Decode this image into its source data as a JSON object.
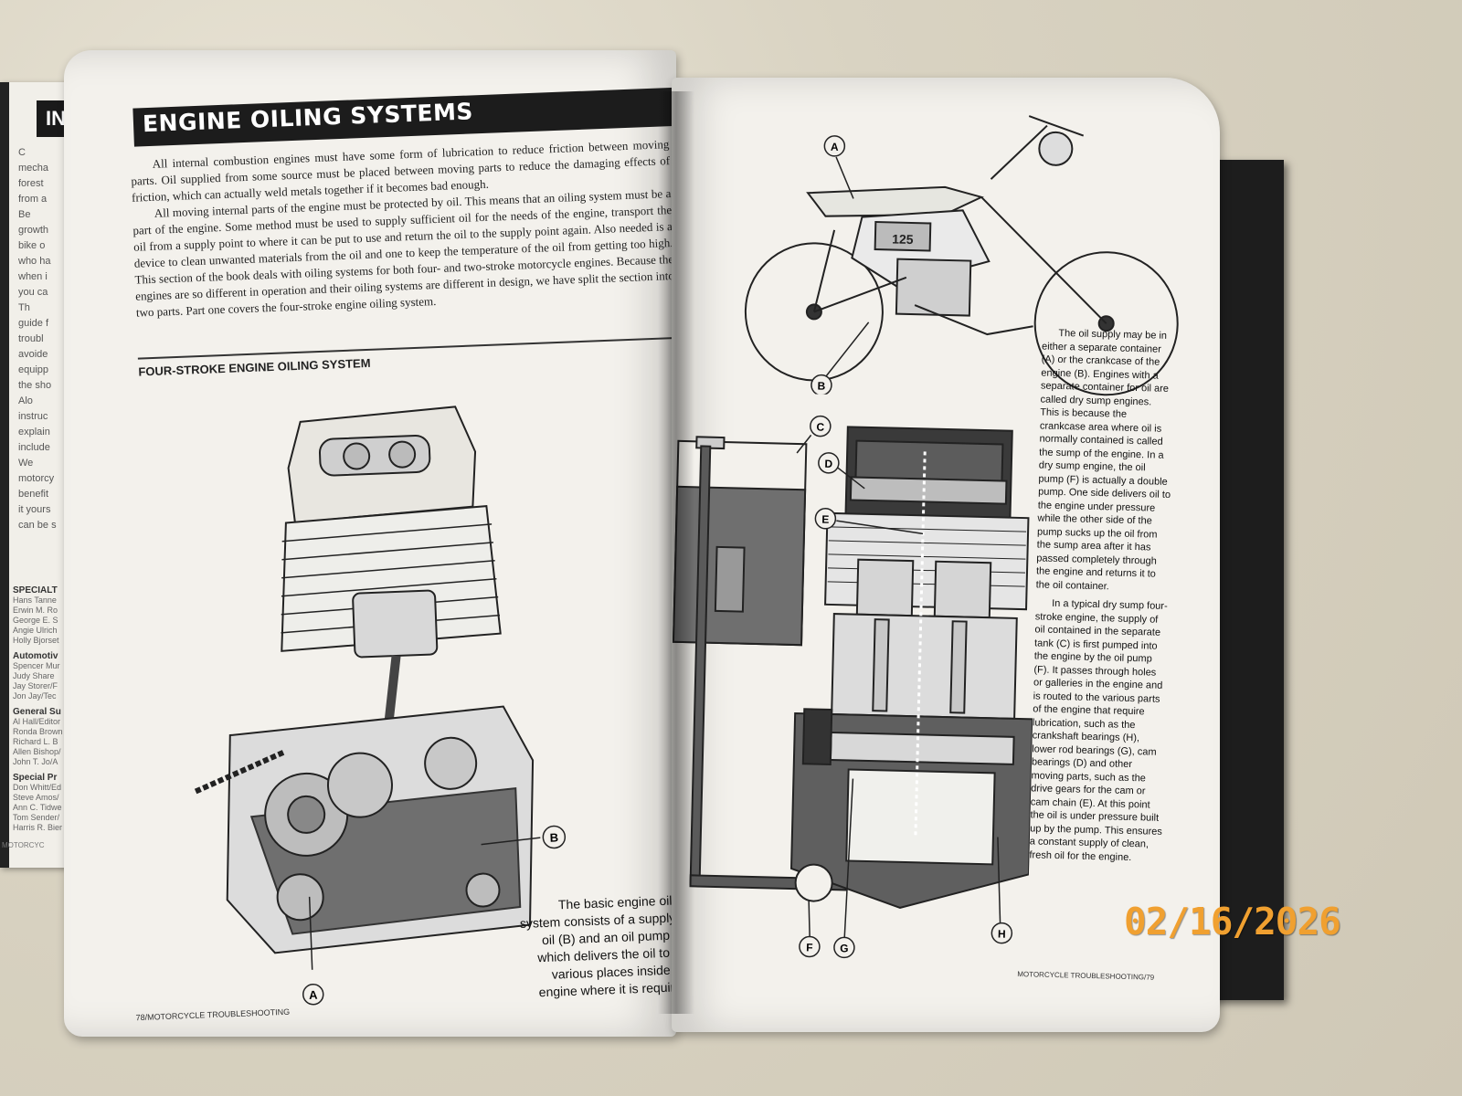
{
  "left_page": {
    "title": "ENGINE OILING SYSTEMS",
    "paragraphs": [
      "All internal combustion engines must have some form of lubrication to reduce friction between moving parts. Oil supplied from some source must be placed between moving parts to reduce the damaging effects of friction, which can actually weld metals together if it becomes bad enough.",
      "All moving internal parts of the engine must be protected by oil. This means that an oiling system must be a part of the engine. Some method must be used to supply sufficient oil for the needs of the engine, transport the oil from a supply point to where it can be put to use and return the oil to the supply point again. Also needed is a device to clean unwanted materials from the oil and one to keep the temperature of the oil from getting too high. This section of the book deals with oiling systems for both four- and two-stroke motorcycle engines. Because the engines are so different in operation and their oiling systems are different in design, we have split the section into two parts. Part one covers the four-stroke engine oiling system."
    ],
    "subheading": "FOUR-STROKE ENGINE OILING SYSTEM",
    "caption": "The basic engine oiling system consists of a supply of oil (B) and an oil pump (A) which delivers the oil to the various places inside the engine where it is required.",
    "footer": "78/MOTORCYCLE TROUBLESHOOTING",
    "labels": {
      "a": "A",
      "b": "B"
    }
  },
  "right_page": {
    "caption_paragraphs": [
      "The oil supply may be in either a separate container (A) or the crankcase of the engine (B). Engines with a separate container for oil are called dry sump engines. This is because the crankcase area where oil is normally contained is called the sump of the engine. In a dry sump engine, the oil pump (F) is actually a double pump. One side delivers oil to the engine under pressure while the other side of the pump sucks up the oil from the sump area after it has passed completely through the engine and returns it to the oil container.",
      "In a typical dry sump four-stroke engine, the supply of oil contained in the separate tank (C) is first pumped into the engine by the oil pump (F). It passes through holes or galleries in the engine and is routed to the various parts of the engine that require lubrication, such as the crankshaft bearings (H), lower rod bearings (G), cam bearings (D) and other moving parts, such as the drive gears for the cam or cam chain (E). At this point the oil is under pressure built up by the pump. This ensures a constant supply of clean, fresh oil for the engine."
    ],
    "footer": "MOTORCYCLE TROUBLESHOOTING/79",
    "bike_badge": "125",
    "labels": {
      "a": "A",
      "b": "B",
      "c": "C",
      "d": "D",
      "e": "E",
      "f": "F",
      "g": "G",
      "h": "H"
    }
  },
  "back_book": {
    "header": "IN",
    "text_fragments": [
      "C",
      "mecha",
      "forest",
      "from a",
      "Be",
      "growth",
      "bike o",
      "who ha",
      "when i",
      "you ca",
      "Th",
      "guide f",
      "troubl",
      "avoide",
      "equipp",
      "the sho",
      "Alo",
      "instruc",
      "explain",
      "include",
      "We",
      "motorcy",
      "benefit",
      "it yours",
      "can be s"
    ],
    "credits": [
      {
        "heading": "SPECIALT",
        "names": [
          "Hans Tanne",
          "Erwin M. Ro",
          "George E. S",
          "Angie Ulrich",
          "Holly Bjorset"
        ]
      },
      {
        "heading": "Automotiv",
        "names": [
          "Spencer Mur",
          "Judy Share",
          "Jay Storer/F",
          "Jon Jay/Tec"
        ]
      },
      {
        "heading": "General Su",
        "names": [
          "Al Hall/Editor",
          "Ronda Brown",
          "Richard L. B",
          "Allen Bishop/",
          "John T. Jo/A"
        ]
      },
      {
        "heading": "Special Pr",
        "names": [
          "Don Whitt/Ed",
          "Steve Amos/",
          "Ann C. Tidwe",
          "Tom Sender/",
          "Harris R. Bier"
        ]
      }
    ],
    "footer": "MOTORCYC"
  },
  "date_stamp": "02/16/2026",
  "colors": {
    "page": "#f3f1ec",
    "ink": "#1c1c1c",
    "stamp": "#f0a030",
    "oil_gray": "#6f6f6f"
  }
}
